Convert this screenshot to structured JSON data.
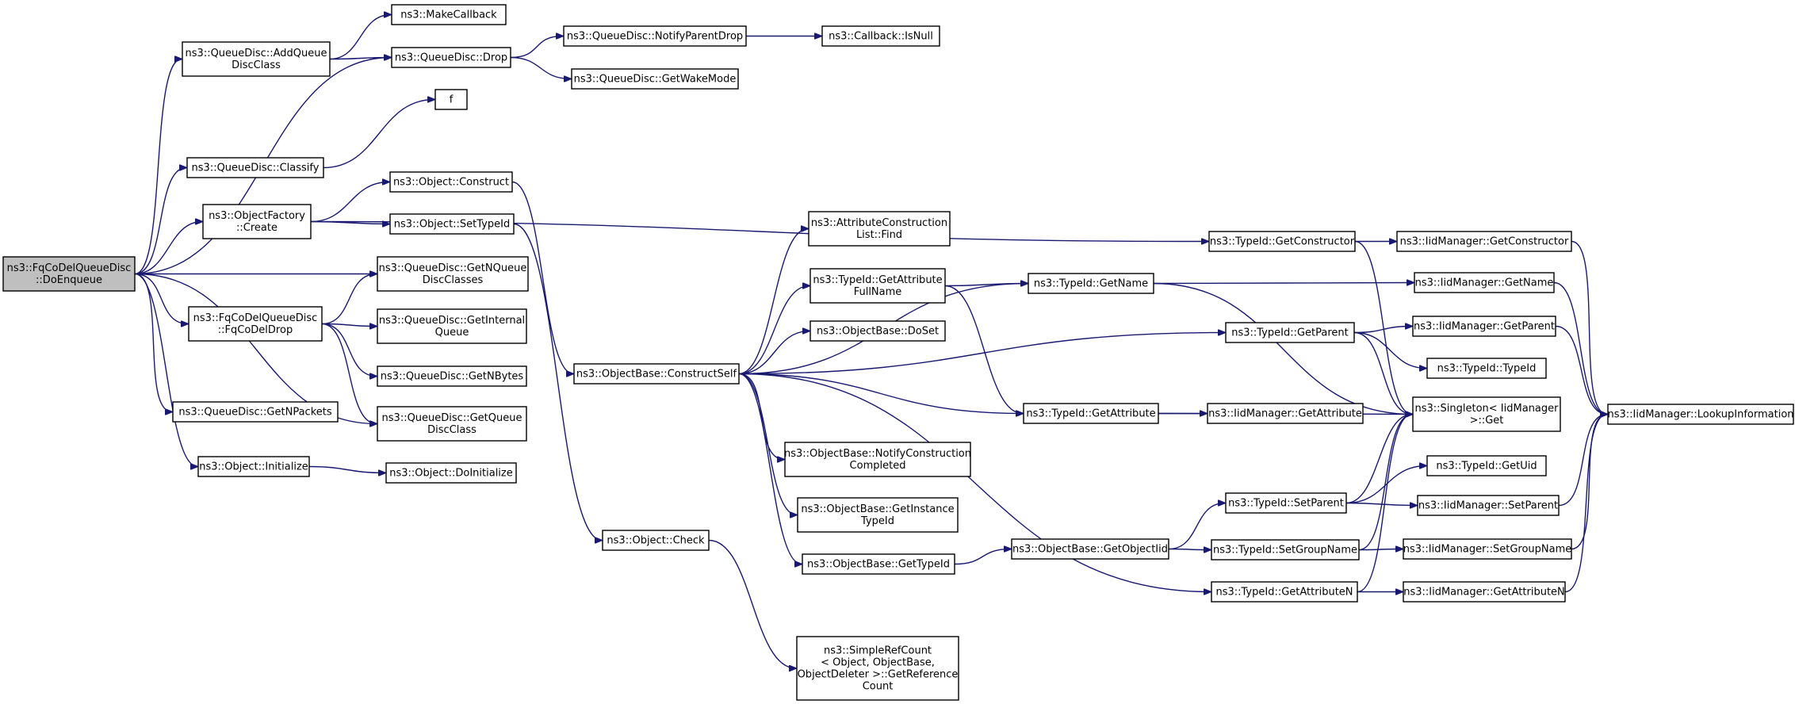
{
  "nodes": [
    {
      "id": "root",
      "lines": [
        "ns3::FqCoDelQueueDisc",
        "::DoEnqueue"
      ],
      "root": true
    },
    {
      "id": "addqueue",
      "lines": [
        "ns3::QueueDisc::AddQueue",
        "DiscClass"
      ]
    },
    {
      "id": "makecallback",
      "lines": [
        "ns3::MakeCallback"
      ]
    },
    {
      "id": "drop",
      "lines": [
        "ns3::QueueDisc::Drop"
      ]
    },
    {
      "id": "notifyparentdrop",
      "lines": [
        "ns3::QueueDisc::NotifyParentDrop"
      ]
    },
    {
      "id": "isnull",
      "lines": [
        "ns3::Callback::IsNull"
      ]
    },
    {
      "id": "getwakemode",
      "lines": [
        "ns3::QueueDisc::GetWakeMode"
      ]
    },
    {
      "id": "f",
      "lines": [
        "f"
      ]
    },
    {
      "id": "classify",
      "lines": [
        "ns3::QueueDisc::Classify"
      ]
    },
    {
      "id": "ofcreate",
      "lines": [
        "ns3::ObjectFactory",
        "::Create"
      ]
    },
    {
      "id": "construct",
      "lines": [
        "ns3::Object::Construct"
      ]
    },
    {
      "id": "settypeid",
      "lines": [
        "ns3::Object::SetTypeId"
      ]
    },
    {
      "id": "getnqueue",
      "lines": [
        "ns3::QueueDisc::GetNQueue",
        "DiscClasses"
      ]
    },
    {
      "id": "fqcodeldrop",
      "lines": [
        "ns3::FqCoDelQueueDisc",
        "::FqCoDelDrop"
      ]
    },
    {
      "id": "getinternal",
      "lines": [
        "ns3::QueueDisc::GetInternal",
        "Queue"
      ]
    },
    {
      "id": "getnbytes",
      "lines": [
        "ns3::QueueDisc::GetNBytes"
      ]
    },
    {
      "id": "getnpackets",
      "lines": [
        "ns3::QueueDisc::GetNPackets"
      ]
    },
    {
      "id": "getqueuedisc",
      "lines": [
        "ns3::QueueDisc::GetQueue",
        "DiscClass"
      ]
    },
    {
      "id": "initialize",
      "lines": [
        "ns3::Object::Initialize"
      ]
    },
    {
      "id": "doinitialize",
      "lines": [
        "ns3::Object::DoInitialize"
      ]
    },
    {
      "id": "constructself",
      "lines": [
        "ns3::ObjectBase::ConstructSelf"
      ]
    },
    {
      "id": "check",
      "lines": [
        "ns3::Object::Check"
      ]
    },
    {
      "id": "simplerefcount",
      "lines": [
        "ns3::SimpleRefCount",
        "< Object, ObjectBase,",
        "ObjectDeleter >::GetReference",
        "Count"
      ]
    },
    {
      "id": "attrfind",
      "lines": [
        "ns3::AttributeConstruction",
        "List::Find"
      ]
    },
    {
      "id": "getattrfull",
      "lines": [
        "ns3::TypeId::GetAttribute",
        "FullName"
      ]
    },
    {
      "id": "doset",
      "lines": [
        "ns3::ObjectBase::DoSet"
      ]
    },
    {
      "id": "notifyconstr",
      "lines": [
        "ns3::ObjectBase::NotifyConstruction",
        "Completed"
      ]
    },
    {
      "id": "getinstance",
      "lines": [
        "ns3::ObjectBase::GetInstance",
        "TypeId"
      ]
    },
    {
      "id": "obgettypeid",
      "lines": [
        "ns3::ObjectBase::GetTypeId"
      ]
    },
    {
      "id": "getname",
      "lines": [
        "ns3::TypeId::GetName"
      ]
    },
    {
      "id": "tgetattribute",
      "lines": [
        "ns3::TypeId::GetAttribute"
      ]
    },
    {
      "id": "getobjectiid",
      "lines": [
        "ns3::ObjectBase::GetObjectIid"
      ]
    },
    {
      "id": "getconstructor",
      "lines": [
        "ns3::TypeId::GetConstructor"
      ]
    },
    {
      "id": "getparent",
      "lines": [
        "ns3::TypeId::GetParent"
      ]
    },
    {
      "id": "setparent",
      "lines": [
        "ns3::TypeId::SetParent"
      ]
    },
    {
      "id": "setgroupname",
      "lines": [
        "ns3::TypeId::SetGroupName"
      ]
    },
    {
      "id": "getattributen",
      "lines": [
        "ns3::TypeId::GetAttributeN"
      ]
    },
    {
      "id": "iidgetconstructor",
      "lines": [
        "ns3::IidManager::GetConstructor"
      ]
    },
    {
      "id": "iidgetname",
      "lines": [
        "ns3::IidManager::GetName"
      ]
    },
    {
      "id": "iidgetparent",
      "lines": [
        "ns3::IidManager::GetParent"
      ]
    },
    {
      "id": "typeidctor",
      "lines": [
        "ns3::TypeId::TypeId"
      ]
    },
    {
      "id": "singletonget",
      "lines": [
        "ns3::Singleton< IidManager",
        ">::Get"
      ]
    },
    {
      "id": "iidgetattribute",
      "lines": [
        "ns3::IidManager::GetAttribute"
      ]
    },
    {
      "id": "getuid",
      "lines": [
        "ns3::TypeId::GetUid"
      ]
    },
    {
      "id": "iidsetparent",
      "lines": [
        "ns3::IidManager::SetParent"
      ]
    },
    {
      "id": "iidsetgroupname",
      "lines": [
        "ns3::IidManager::SetGroupName"
      ]
    },
    {
      "id": "iidgetattributen",
      "lines": [
        "ns3::IidManager::GetAttributeN"
      ]
    },
    {
      "id": "lookup",
      "lines": [
        "ns3::IidManager::LookupInformation"
      ]
    }
  ],
  "edges": [
    [
      "root",
      "addqueue"
    ],
    [
      "root",
      "drop"
    ],
    [
      "root",
      "classify"
    ],
    [
      "root",
      "ofcreate"
    ],
    [
      "root",
      "getnqueue"
    ],
    [
      "root",
      "fqcodeldrop"
    ],
    [
      "root",
      "getnpackets"
    ],
    [
      "root",
      "getqueuedisc"
    ],
    [
      "root",
      "initialize"
    ],
    [
      "addqueue",
      "makecallback"
    ],
    [
      "addqueue",
      "drop"
    ],
    [
      "drop",
      "notifyparentdrop"
    ],
    [
      "drop",
      "getwakemode"
    ],
    [
      "notifyparentdrop",
      "isnull"
    ],
    [
      "classify",
      "f"
    ],
    [
      "ofcreate",
      "construct"
    ],
    [
      "ofcreate",
      "settypeid"
    ],
    [
      "ofcreate",
      "getconstructor"
    ],
    [
      "construct",
      "constructself"
    ],
    [
      "settypeid",
      "check"
    ],
    [
      "fqcodeldrop",
      "getnqueue"
    ],
    [
      "fqcodeldrop",
      "getinternal"
    ],
    [
      "fqcodeldrop",
      "getnbytes"
    ],
    [
      "fqcodeldrop",
      "getqueuedisc"
    ],
    [
      "initialize",
      "doinitialize"
    ],
    [
      "check",
      "simplerefcount"
    ],
    [
      "constructself",
      "attrfind"
    ],
    [
      "constructself",
      "getattrfull"
    ],
    [
      "constructself",
      "doset"
    ],
    [
      "constructself",
      "notifyconstr"
    ],
    [
      "constructself",
      "getinstance"
    ],
    [
      "constructself",
      "obgettypeid"
    ],
    [
      "constructself",
      "getname"
    ],
    [
      "constructself",
      "tgetattribute"
    ],
    [
      "constructself",
      "getparent"
    ],
    [
      "constructself",
      "getattributen"
    ],
    [
      "getattrfull",
      "getname"
    ],
    [
      "getattrfull",
      "tgetattribute"
    ],
    [
      "obgettypeid",
      "getobjectiid"
    ],
    [
      "getobjectiid",
      "setparent"
    ],
    [
      "getobjectiid",
      "setgroupname"
    ],
    [
      "getname",
      "iidgetname"
    ],
    [
      "getname",
      "singletonget"
    ],
    [
      "tgetattribute",
      "iidgetattribute"
    ],
    [
      "tgetattribute",
      "singletonget"
    ],
    [
      "getconstructor",
      "iidgetconstructor"
    ],
    [
      "getconstructor",
      "singletonget"
    ],
    [
      "getparent",
      "iidgetparent"
    ],
    [
      "getparent",
      "typeidctor"
    ],
    [
      "getparent",
      "singletonget"
    ],
    [
      "setparent",
      "getuid"
    ],
    [
      "setparent",
      "iidsetparent"
    ],
    [
      "setparent",
      "singletonget"
    ],
    [
      "setgroupname",
      "iidsetgroupname"
    ],
    [
      "setgroupname",
      "singletonget"
    ],
    [
      "getattributen",
      "iidgetattributen"
    ],
    [
      "getattributen",
      "singletonget"
    ],
    [
      "iidgetconstructor",
      "lookup"
    ],
    [
      "iidgetname",
      "lookup"
    ],
    [
      "iidgetparent",
      "lookup"
    ],
    [
      "iidsetparent",
      "lookup"
    ],
    [
      "iidsetgroupname",
      "lookup"
    ],
    [
      "iidgetattributen",
      "lookup"
    ]
  ]
}
